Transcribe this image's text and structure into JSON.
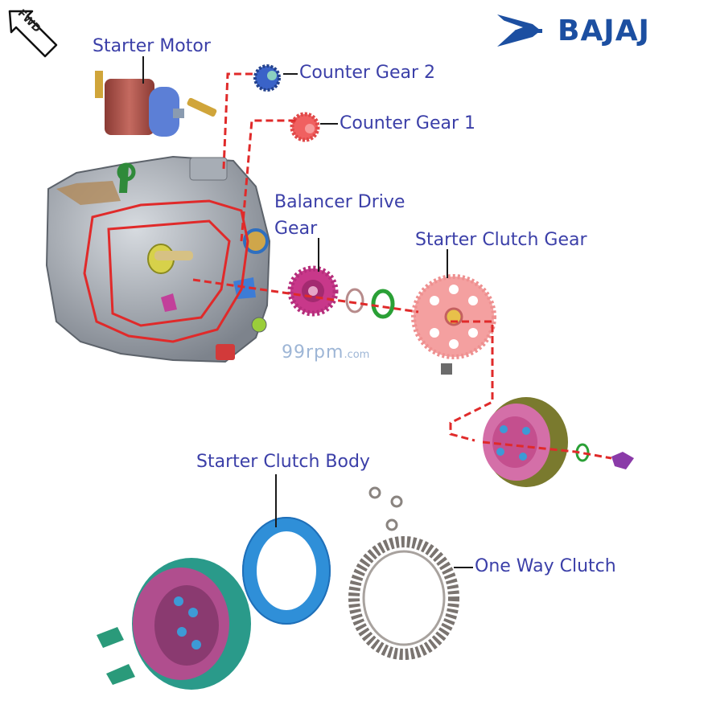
{
  "labels": {
    "starter_motor": "Starter Motor",
    "counter_gear_2": "Counter Gear 2",
    "counter_gear_1": "Counter Gear 1",
    "balancer_drive_gear": "Balancer Drive Gear",
    "starter_clutch_gear": "Starter Clutch Gear",
    "starter_clutch_body": "Starter Clutch Body",
    "one_way_clutch": "One Way Clutch"
  },
  "brand": {
    "name": "BAJAJ",
    "color": "#1c4fa1"
  },
  "direction_marker": {
    "text": "FWD",
    "icon": "forward-arrow-icon"
  },
  "watermark": {
    "main": "99rpm",
    "suffix": ".com"
  },
  "colors": {
    "label_text": "#3b3fa8",
    "leader_line": "#1a1a1a",
    "assembly_path": "#e02a2a",
    "engine_case": "#9aa0a8",
    "starter_motor": "#b5524a",
    "counter_gear_2": "#3a63c8",
    "counter_gear_1": "#f06060",
    "balancer_gear": "#c8388a",
    "clutch_gear": "#f4a0a0",
    "clutch_body": "#2f8fd8",
    "clutch_housing": "#2a9a8a"
  }
}
